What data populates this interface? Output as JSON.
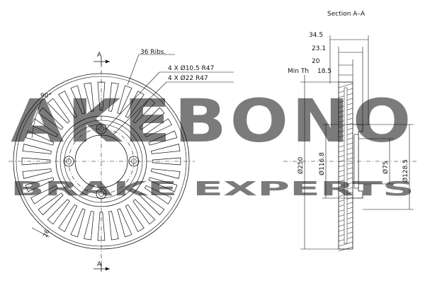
{
  "section_title": "Section A–A",
  "section_marker": "A",
  "watermark": {
    "brand": "AKEBONO",
    "tagline": "BRAKE EXPERTS",
    "color": "#c8c8c8"
  },
  "front_view": {
    "ribs_label": "36 Ribs.",
    "hole_small_label": "4 X Ø10.5 R47",
    "hole_large_label": "4 X Ø22 R47",
    "angle_label": "90°",
    "chamfer_label": "26"
  },
  "section_view": {
    "dim_total_width": "34.5",
    "dim_hat_height": "23.1",
    "dim_thickness": "20",
    "min_thickness_label": "Min Th",
    "min_thickness_value": "18.5",
    "dia_outer": "Ø250",
    "dia_hat": "Ø116.8",
    "dia_center_bore": "Ø75",
    "dia_hub": "Ø128.5"
  },
  "colors": {
    "line": "#111111",
    "background": "#ffffff"
  }
}
